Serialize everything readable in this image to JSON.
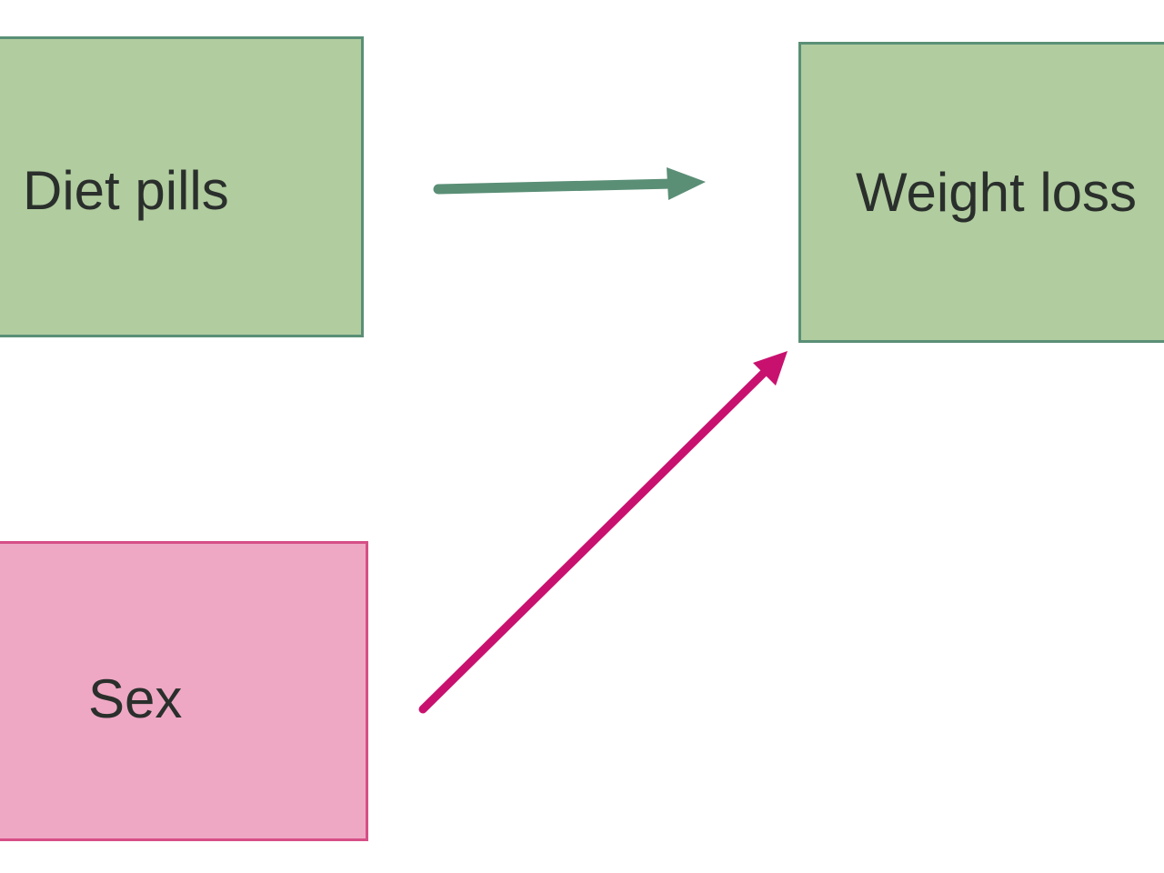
{
  "nodes": {
    "diet_pills": {
      "label": "Diet pills",
      "fill": "#b1cc9f",
      "border": "#5a8f76"
    },
    "weight_loss": {
      "label": "Weight loss",
      "fill": "#b1cc9f",
      "border": "#5a8f76"
    },
    "sex": {
      "label": "Sex",
      "fill": "#eea8c4",
      "border": "#d64f86"
    }
  },
  "edges": [
    {
      "from": "diet_pills",
      "to": "weight_loss",
      "color": "#5a8f76"
    },
    {
      "from": "sex",
      "to": "weight_loss",
      "color": "#c8116f"
    }
  ]
}
